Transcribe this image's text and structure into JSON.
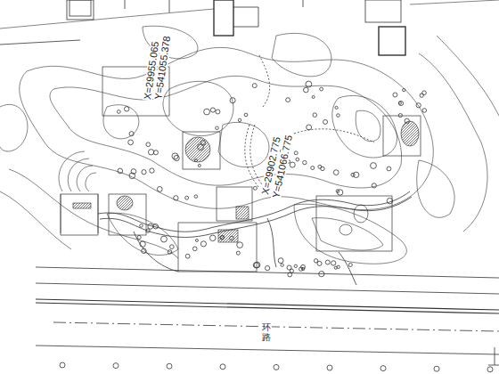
{
  "diagram": {
    "labels": [
      "X=29955.065",
      "Y=541055.378",
      "X=29902.775",
      "Y=541066.775",
      "环路"
    ]
  }
}
